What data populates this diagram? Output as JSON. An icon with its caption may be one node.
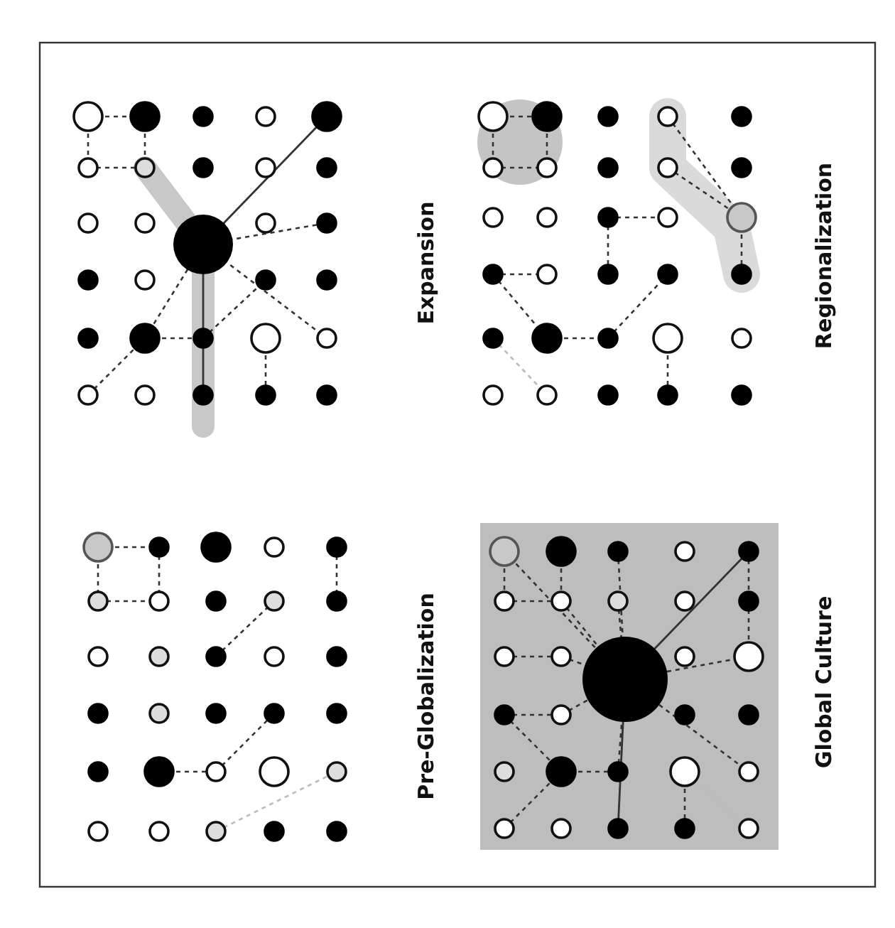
{
  "diagram": {
    "labels": [
      "Pre-Globalization",
      "Expansion",
      "Global Culture",
      "Regionalization"
    ]
  }
}
